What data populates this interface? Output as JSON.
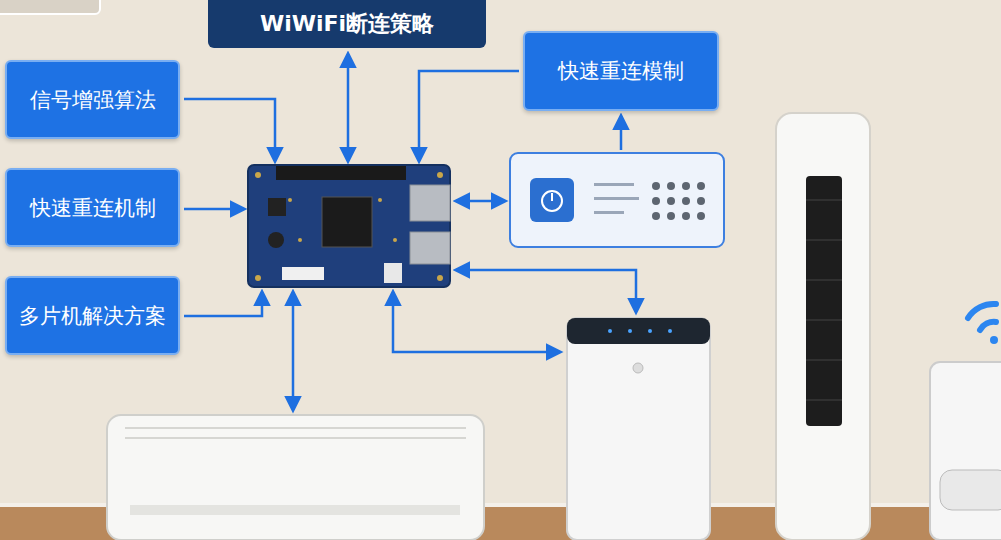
{
  "diagram": {
    "nodes": [
      {
        "text": [
          "WiWiFi断连策略"
        ]
      },
      {
        "text": [
          "快速重连模制"
        ]
      },
      {
        "text": [
          "信号增强算法"
        ]
      },
      {
        "text": [
          "快速重连机制"
        ]
      },
      {
        "text": [
          "多片机解决方案"
        ]
      }
    ]
  }
}
